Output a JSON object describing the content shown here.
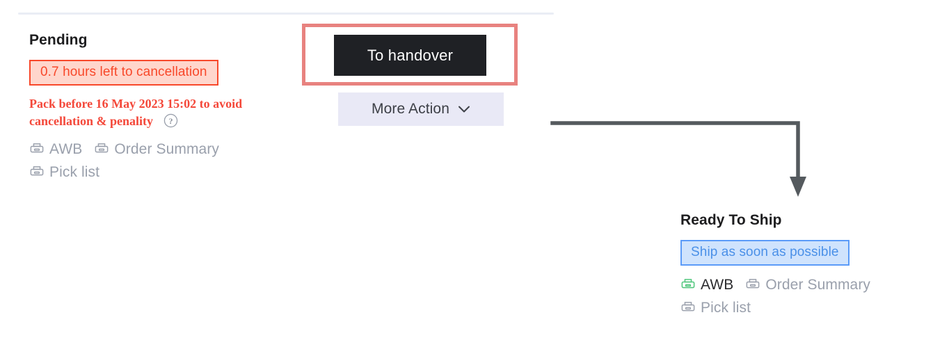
{
  "divider": {
    "name": "section-divider"
  },
  "pending": {
    "title": "Pending",
    "countdown_badge": "0.7 hours left to cancellation",
    "pack_warning": "Pack before 16 May 2023 15:02 to avoid cancellation & penality",
    "help_icon": "question-circle-icon",
    "print_links": [
      {
        "label": "AWB",
        "icon": "printer-icon",
        "tone": "grey"
      },
      {
        "label": "Order Summary",
        "icon": "printer-icon",
        "tone": "grey"
      },
      {
        "label": "Pick list",
        "icon": "printer-icon",
        "tone": "grey"
      }
    ]
  },
  "actions": {
    "primary_label": "To handover",
    "more_label": "More Action",
    "more_chevron": "chevron-down-icon",
    "highlight_color": "#e8827f"
  },
  "arrow": {
    "name": "flow-arrow-icon",
    "color": "#555a5e"
  },
  "ready": {
    "title": "Ready To Ship",
    "ship_badge": "Ship as soon as possible",
    "print_links": [
      {
        "label": "AWB",
        "icon": "printer-icon",
        "tone": "green"
      },
      {
        "label": "Order Summary",
        "icon": "printer-icon",
        "tone": "grey"
      },
      {
        "label": "Pick list",
        "icon": "printer-icon",
        "tone": "grey"
      }
    ]
  },
  "colors": {
    "warning_red": "#f8482a",
    "warning_bg": "#ffd6cc",
    "serif_red": "#f4483a",
    "info_blue": "#4a90e8",
    "info_bg": "#cfe3fd",
    "info_border": "#5b9bf8",
    "green": "#52c77e",
    "grey": "#9aa0ac",
    "dark": "#1f2125"
  }
}
